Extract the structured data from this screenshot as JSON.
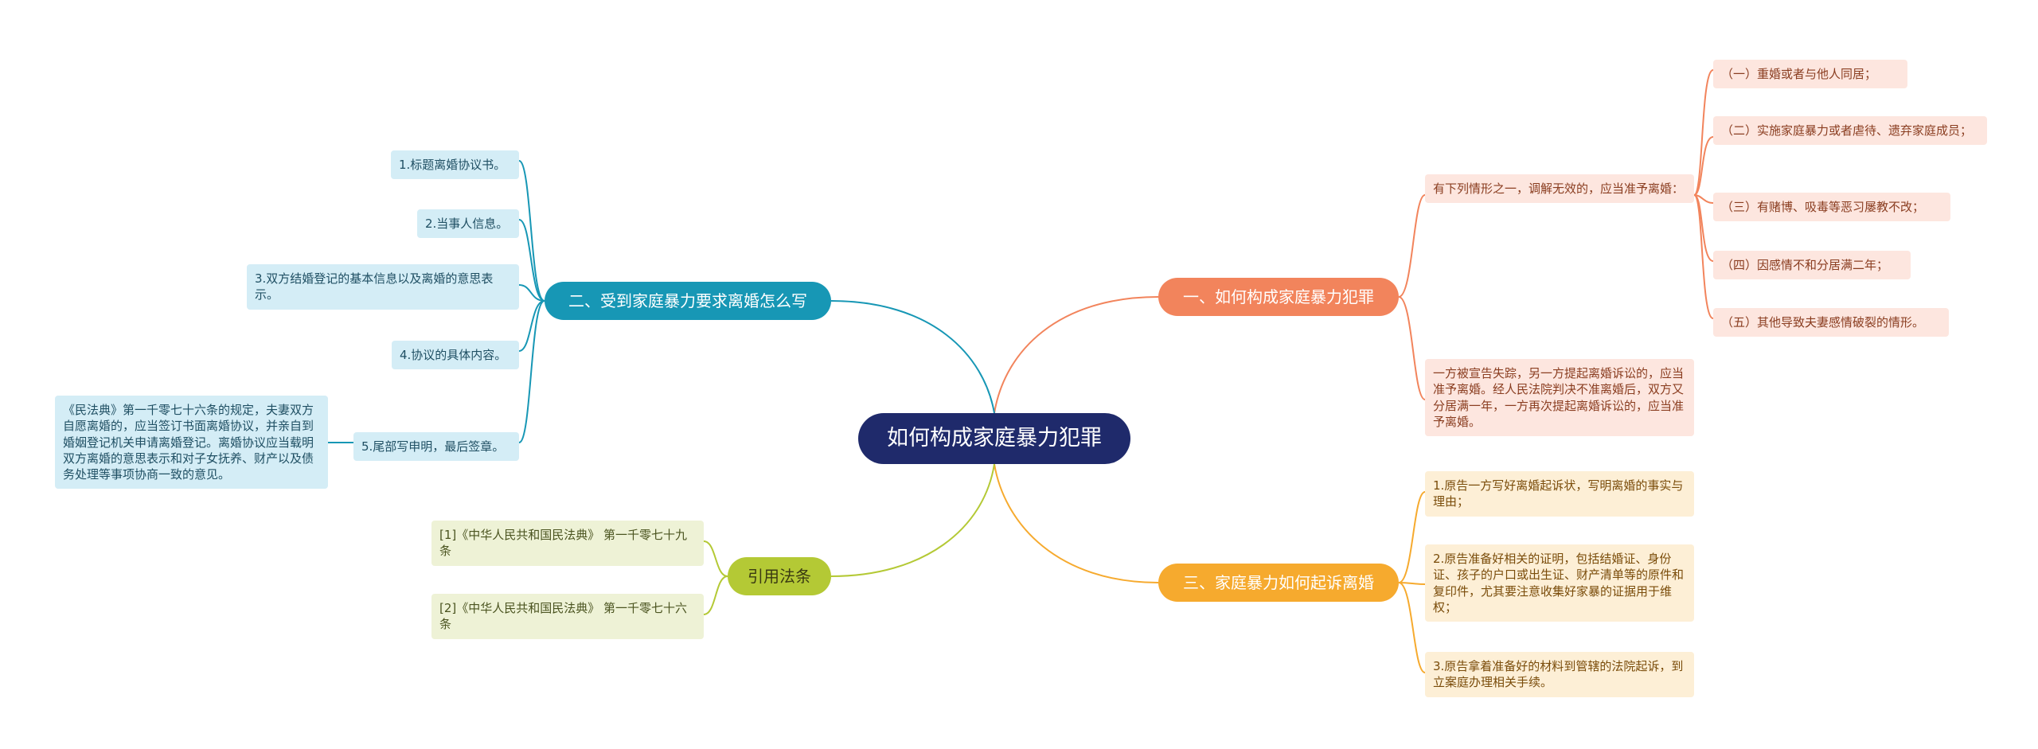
{
  "root": {
    "label": "如何构成家庭暴力犯罪"
  },
  "branches": {
    "b1": {
      "label": "一、如何构成家庭暴力犯罪",
      "children": [
        "有下列情形之一，调解无效的，应当准予离婚：",
        "一方被宣告失踪，另一方提起离婚诉讼的，应当准予离婚。经人民法院判决不准离婚后，双方又分居满一年，一方再次提起离婚诉讼的，应当准予离婚。"
      ],
      "sub_items": [
        "（一）重婚或者与他人同居；",
        "（二）实施家庭暴力或者虐待、遗弃家庭成员；",
        "（三）有赌博、吸毒等恶习屡教不改；",
        "（四）因感情不和分居满二年；",
        "（五）其他导致夫妻感情破裂的情形。"
      ]
    },
    "b2": {
      "label": "二、受到家庭暴力要求离婚怎么写",
      "children": [
        "1.标题离婚协议书。",
        "2.当事人信息。",
        "3.双方结婚登记的基本信息以及离婚的意思表示。",
        "4.协议的具体内容。",
        "5.尾部写申明，最后签章。"
      ],
      "note": "《民法典》第一千零七十六条的规定，夫妻双方自愿离婚的，应当签订书面离婚协议，并亲自到婚姻登记机关申请离婚登记。离婚协议应当载明双方离婚的意思表示和对子女抚养、财产以及债务处理等事项协商一致的意见。"
    },
    "b3": {
      "label": "三、家庭暴力如何起诉离婚",
      "children": [
        "1.原告一方写好离婚起诉状，写明离婚的事实与理由；",
        "2.原告准备好相关的证明，包括结婚证、身份证、孩子的户口或出生证、财产清单等的原件和复印件，尤其要注意收集好家暴的证据用于维权；",
        "3.原告拿着准备好的材料到管辖的法院起诉，到立案庭办理相关手续。"
      ]
    },
    "b4": {
      "label": "引用法条",
      "children": [
        "[1]《中华人民共和国民法典》 第一千零七十九条",
        "[2]《中华人民共和国民法典》 第一千零七十六条"
      ]
    }
  },
  "colors": {
    "root": "#1f2a6b",
    "branch1": "#f2845c",
    "branch2": "#1797b5",
    "branch3": "#f6aa2e",
    "branch4": "#b4c935"
  }
}
